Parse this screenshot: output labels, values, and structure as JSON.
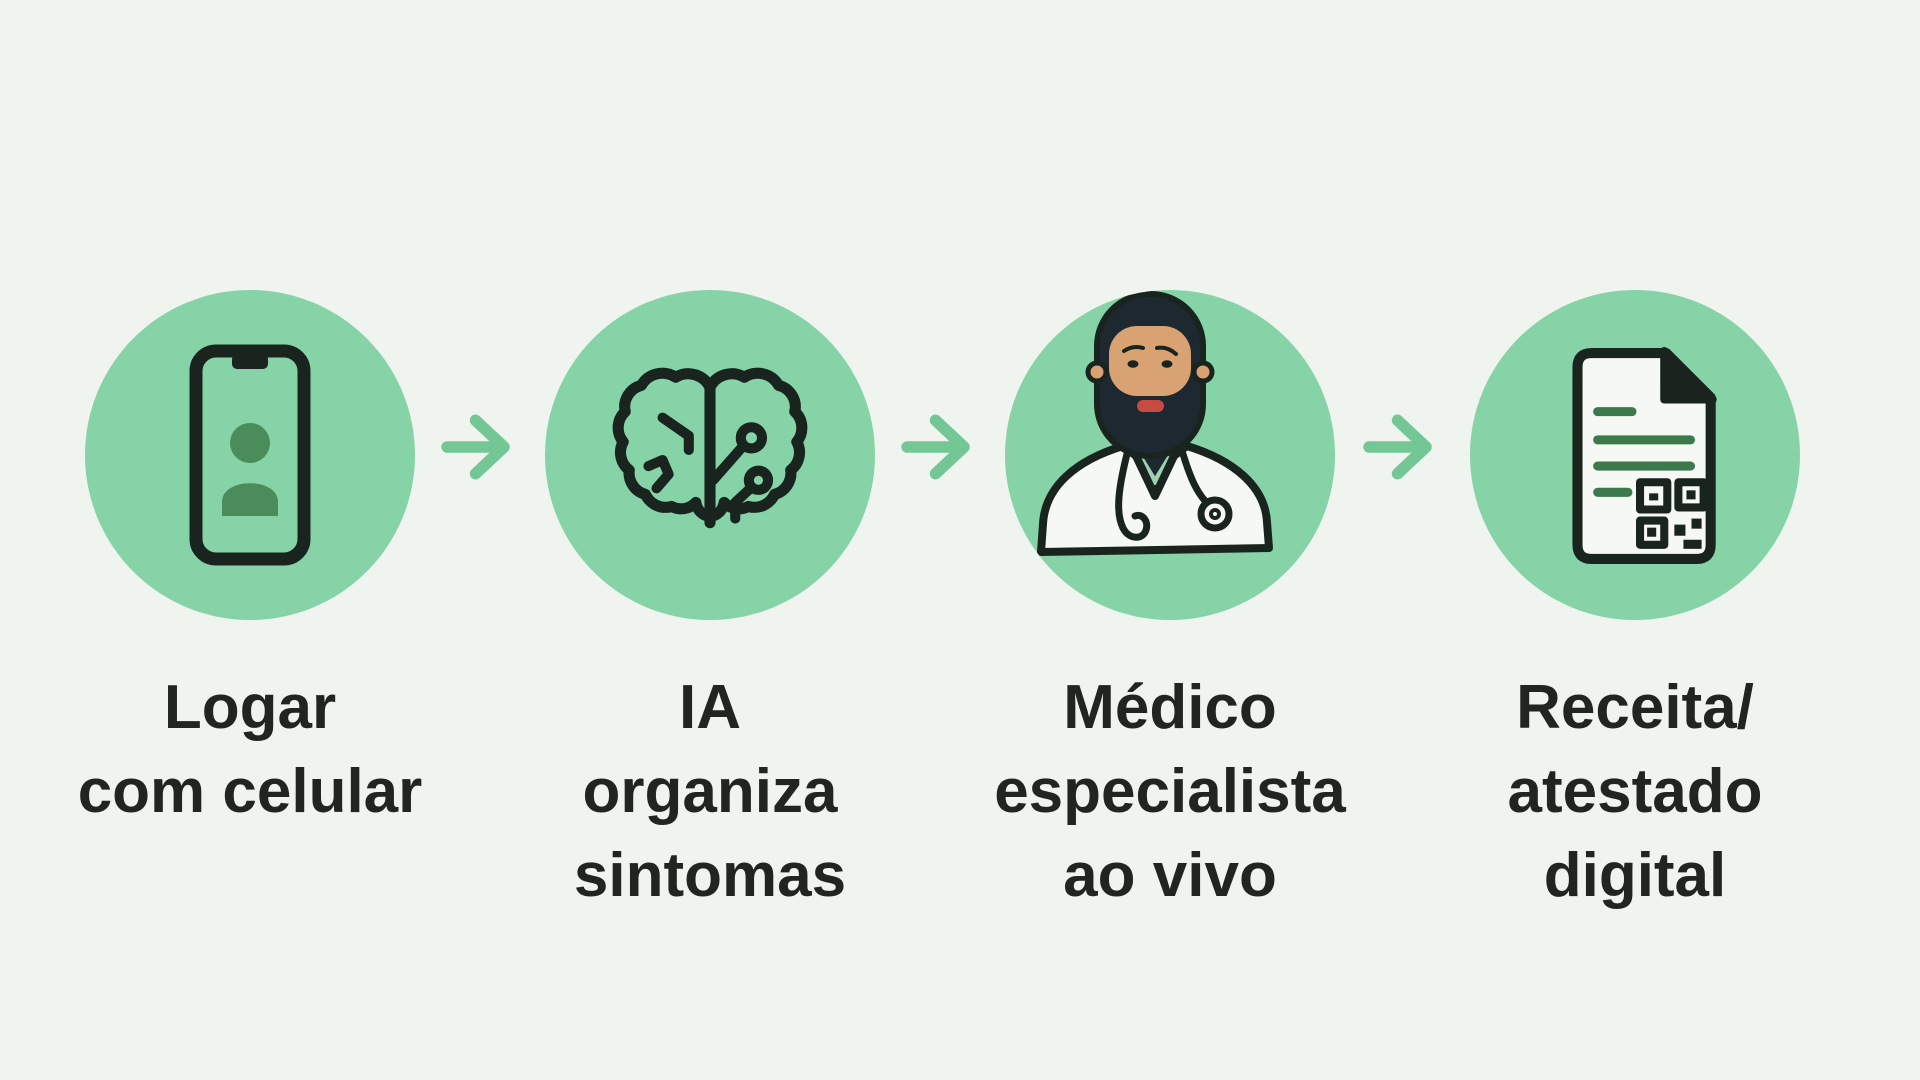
{
  "diagram": {
    "name": "telemedicine-process-flow",
    "steps": [
      {
        "icon": "smartphone-user-login-icon",
        "label": "Logar\ncom celular"
      },
      {
        "icon": "ai-brain-circuit-icon",
        "label": "IA\norganiza\nsintomas"
      },
      {
        "icon": "doctor-illustration",
        "label": "Médico\nespecialista\nao vivo"
      },
      {
        "icon": "document-qr-code-icon",
        "label": "Receita/\natestado\ndigital"
      }
    ],
    "arrows": {
      "count": 3,
      "glyph": "→",
      "direction": "right"
    },
    "colors": {
      "background": "#f0f4ee",
      "circle_fill": "#85d3a6",
      "arrow_green": "#72c794",
      "icon_outline": "#1a241e",
      "label_text": "#202522",
      "avatar_green": "#4a8c5a",
      "doc_line_green": "#3c7a4e",
      "coat_white": "#f6f8f3",
      "skin": "#d9a273",
      "hair_dark": "#1e2830",
      "mouth_red": "#c84b42",
      "shirt_green": "#9fd0b2"
    }
  }
}
